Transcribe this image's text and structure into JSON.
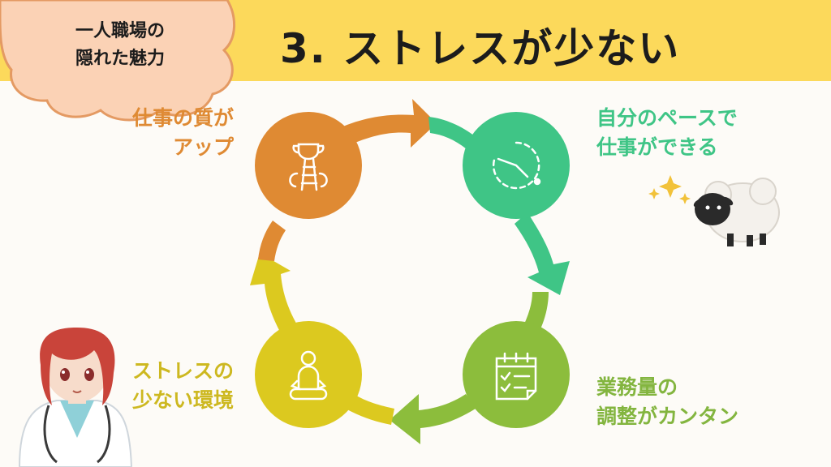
{
  "header": {
    "title": "3. ストレスが少ない",
    "badge_line1": "一人職場の",
    "badge_line2": "隠れた魅力"
  },
  "cycle": [
    {
      "line1": "仕事の質が",
      "line2": "アップ",
      "icon": "trophy-ladder-icon",
      "color": "#df8a33"
    },
    {
      "line1": "自分のペースで",
      "line2": "仕事ができる",
      "icon": "clock-icon",
      "color": "#3fc586"
    },
    {
      "line1": "業務量の",
      "line2": "調整がカンタン",
      "icon": "checklist-calendar-icon",
      "color": "#8cbd3c"
    },
    {
      "line1": "ストレスの",
      "line2": "少ない環境",
      "icon": "meditation-icon",
      "color": "#dcc91f"
    }
  ],
  "illustrations": [
    "sheep-illustration",
    "sparkles-icon",
    "nurse-character"
  ]
}
